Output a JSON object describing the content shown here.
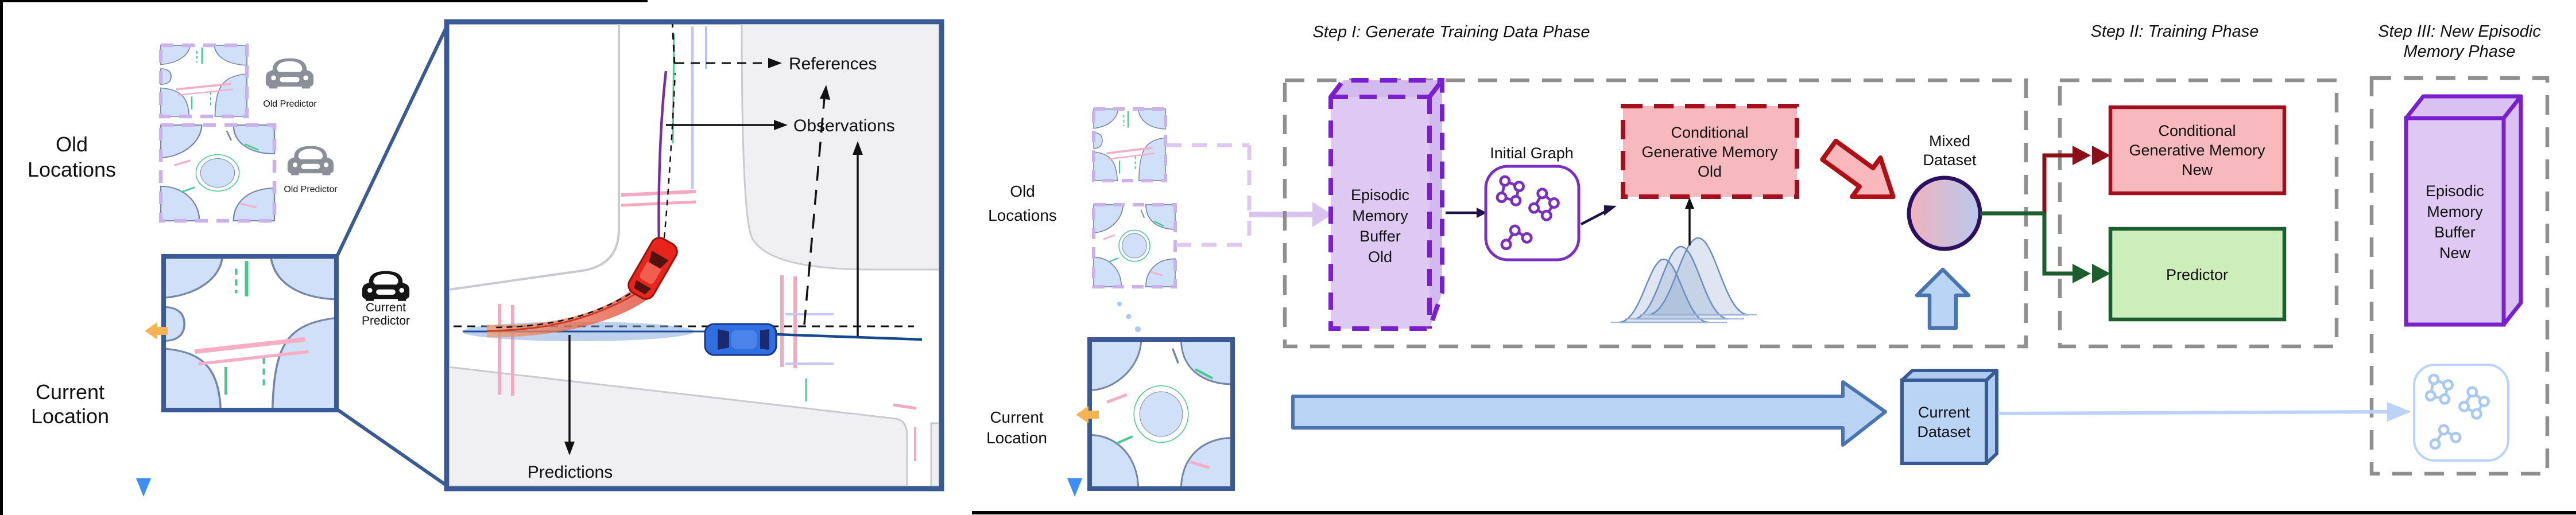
{
  "colors": {
    "timeline_blue": "#3e8ef7",
    "map_border_purple": "#cbb2ec",
    "map_border_blue": "#3a5a96",
    "map_fill_blue": "#cfe0f8",
    "emb_old_fill": "#ddc9f2",
    "emb_purple_border": "#7a1fd0",
    "graph_purple": "#7b2fc2",
    "cgm_fill": "#f7b9bd",
    "cgm_red_border": "#a50f1d",
    "predictor_fill": "#cdeebb",
    "predictor_green_border": "#1d5e2e",
    "mixed_circle_border": "#2d1060",
    "block_arrow_blue_fill": "#b9d4f5",
    "block_arrow_blue_stroke": "#4a74b0",
    "dark_red_arrow": "#8c0f17",
    "dark_green_arrow": "#1d5e2e",
    "orange_arrow": "#f5b353",
    "gray_dashed_box": "#8f8f8f",
    "light_blue_arrow": "#bcd2f7",
    "red_car": "#e8251d",
    "blue_car": "#2f6fe0"
  },
  "left": {
    "old_locations": [
      "Old",
      "Locations"
    ],
    "current_location": [
      "Current",
      "Location"
    ],
    "old_predictor_1": "Old Predictor",
    "old_predictor_2": "Old Predictor",
    "current_predictor": [
      "Current",
      "Predictor"
    ],
    "zoom": {
      "references": "References",
      "observations": "Observations",
      "predictions": "Predictions"
    }
  },
  "right": {
    "step1_heading": "Step I: Generate Training Data Phase",
    "step2_heading": "Step II:  Training Phase",
    "step3_heading": [
      "Step III:  New Episodic",
      "Memory Phase"
    ],
    "old_locations": [
      "Old",
      "Locations"
    ],
    "current_location": [
      "Current",
      "Location"
    ],
    "emb_old": [
      "Episodic",
      "Memory",
      "Buffer",
      "Old"
    ],
    "initial_graph": "Initial Graph",
    "cgm_old": [
      "Conditional",
      "Generative Memory",
      "Old"
    ],
    "mixed_dataset": [
      "Mixed",
      "Dataset"
    ],
    "cgm_new": [
      "Conditional",
      "Generative Memory",
      "New"
    ],
    "predictor": "Predictor",
    "emb_new": [
      "Episodic",
      "Memory",
      "Buffer",
      "New"
    ],
    "current_dataset": [
      "Current",
      "Dataset"
    ]
  }
}
